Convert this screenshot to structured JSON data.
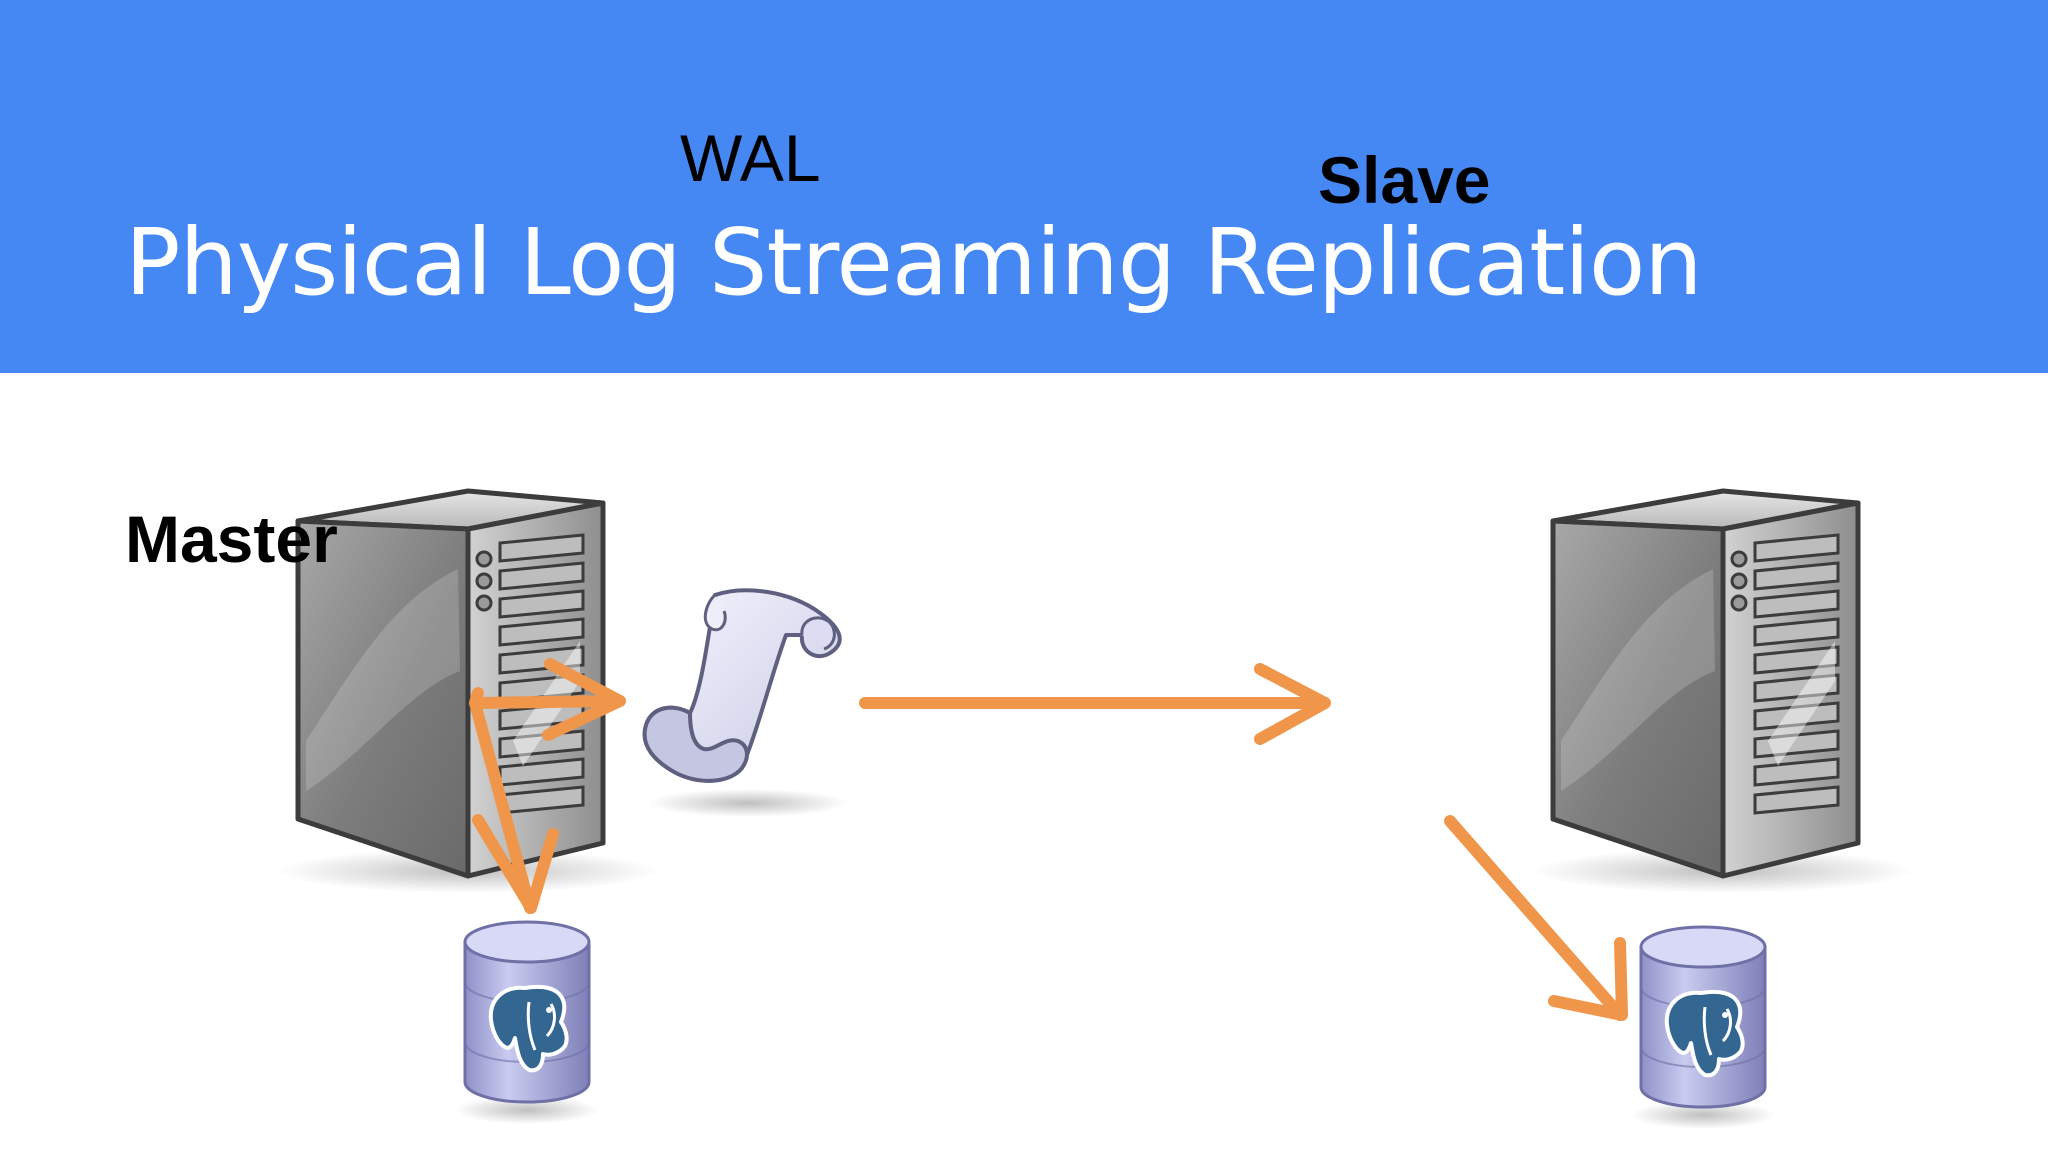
{
  "header": {
    "title": "Physical Log Streaming Replication",
    "background_color": "#4587f3",
    "text_color": "#ffffff"
  },
  "diagram": {
    "nodes": [
      {
        "id": "master",
        "label": "Master",
        "icons": [
          "server-tower-icon",
          "postgresql-database-icon"
        ]
      },
      {
        "id": "wal",
        "label": "WAL",
        "icons": [
          "scroll-icon"
        ]
      },
      {
        "id": "slave",
        "label": "Slave",
        "icons": [
          "server-tower-icon",
          "postgresql-database-icon"
        ]
      }
    ],
    "edges": [
      {
        "from": "master",
        "to": "wal"
      },
      {
        "from": "master",
        "to": "master-database"
      },
      {
        "from": "wal",
        "to": "slave"
      },
      {
        "from": "slave",
        "to": "slave-database"
      }
    ],
    "arrow_color": "#f0964a"
  }
}
